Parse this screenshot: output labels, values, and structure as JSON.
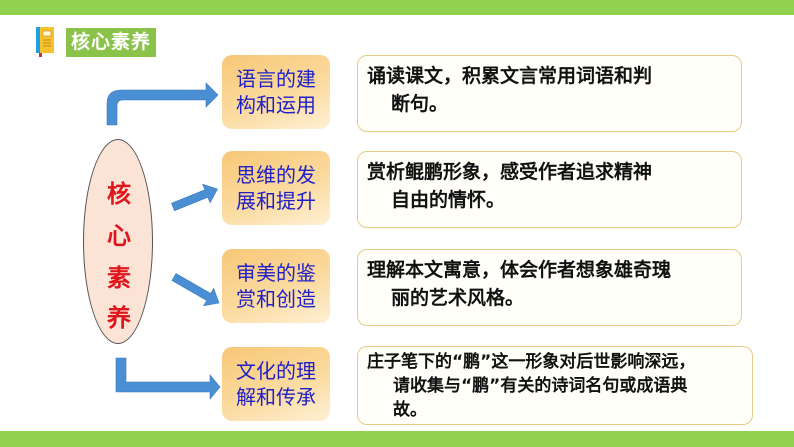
{
  "header": {
    "title": "核心素养",
    "icon": "book-icon",
    "bar_color": "#92d050"
  },
  "center": {
    "chars": [
      "核",
      "心",
      "素",
      "养"
    ],
    "text_color": "#e0161d",
    "fill_color": "#fbe3d6"
  },
  "items": [
    {
      "label": "语言的建构和运用",
      "label_line1": "语言的建",
      "label_line2": "构和运用",
      "desc_line1": "诵读课文，积累文言常用词语和判",
      "desc_line2": "断句。"
    },
    {
      "label": "思维的发展和提升",
      "label_line1": "思维的发",
      "label_line2": "展和提升",
      "desc_line1": "赏析鲲鹏形象，感受作者追求精神",
      "desc_line2": "自由的情怀。"
    },
    {
      "label": "审美的鉴赏和创造",
      "label_line1": "审美的鉴",
      "label_line2": "赏和创造",
      "desc_line1": "理解本文寓意，体会作者想象雄奇瑰",
      "desc_line2": "丽的艺术风格。"
    },
    {
      "label": "文化的理解和传承",
      "label_line1": "文化的理",
      "label_line2": "解和传承",
      "desc_line1": "庄子笔下的“鹏”这一形象对后世影响深远，",
      "desc_line2": "请收集与“鹏”有关的诗词名句或成语典",
      "desc_line3": "故。"
    }
  ],
  "colors": {
    "arrow": "#4a8fd4",
    "label_text": "#2020c8",
    "label_fill": "#f8c776",
    "desc_border": "#e6cc88"
  }
}
